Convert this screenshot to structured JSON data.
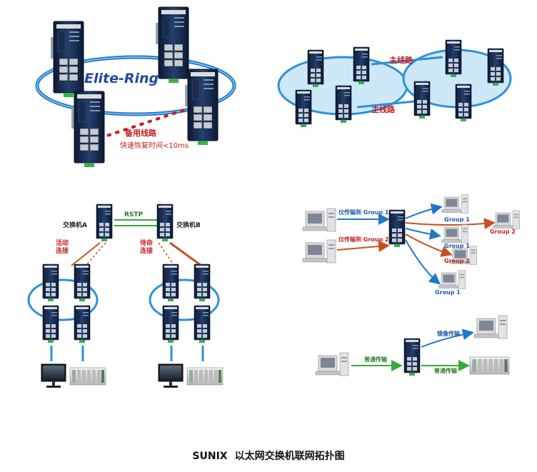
{
  "caption": {
    "brand": "SUNIX",
    "title": "以太网交换机联网拓扑图"
  },
  "brand_label": "SUNIX",
  "panel1": {
    "ring_name": "Elite-Ring",
    "backup_line": "备用线路",
    "recovery": "快速恢复时间<10ms",
    "colors": {
      "ring": "#1e78c8",
      "backup": "#c41e1e",
      "ring_name": "#1f4aa0"
    }
  },
  "panel2": {
    "main_line_top": "主线路",
    "main_line_bottom": "主线路",
    "colors": {
      "ring": "#2e90d8",
      "ring_fill": "#cde8f8",
      "text": "#c41e1e"
    }
  },
  "panel3": {
    "protocol": "RSTP",
    "switch_a": "交换机A",
    "switch_b": "交换机B",
    "active_link": [
      "活动",
      "连接"
    ],
    "standby_link": [
      "待命",
      "连接"
    ],
    "colors": {
      "rstp": "#3aa83a",
      "link": "#c85020",
      "ring": "#2e90d8",
      "label": "#c41e1e"
    }
  },
  "panel4": {
    "input_1": "仪传输到 Group 1",
    "input_2": "仪传输到 Group 2",
    "group_1": "Group 1",
    "group_2": "Group 2",
    "colors": {
      "group1": "#1e78c8",
      "group2": "#c85020",
      "label1": "#1e5aa8",
      "label2": "#c41e1e"
    }
  },
  "panel5": {
    "mirror_transfer": "镜像传输",
    "normal_transfer_left": "普通传输",
    "normal_transfer_right": "普通传输",
    "colors": {
      "normal": "#3aa83a",
      "mirror": "#1e78c8"
    }
  }
}
